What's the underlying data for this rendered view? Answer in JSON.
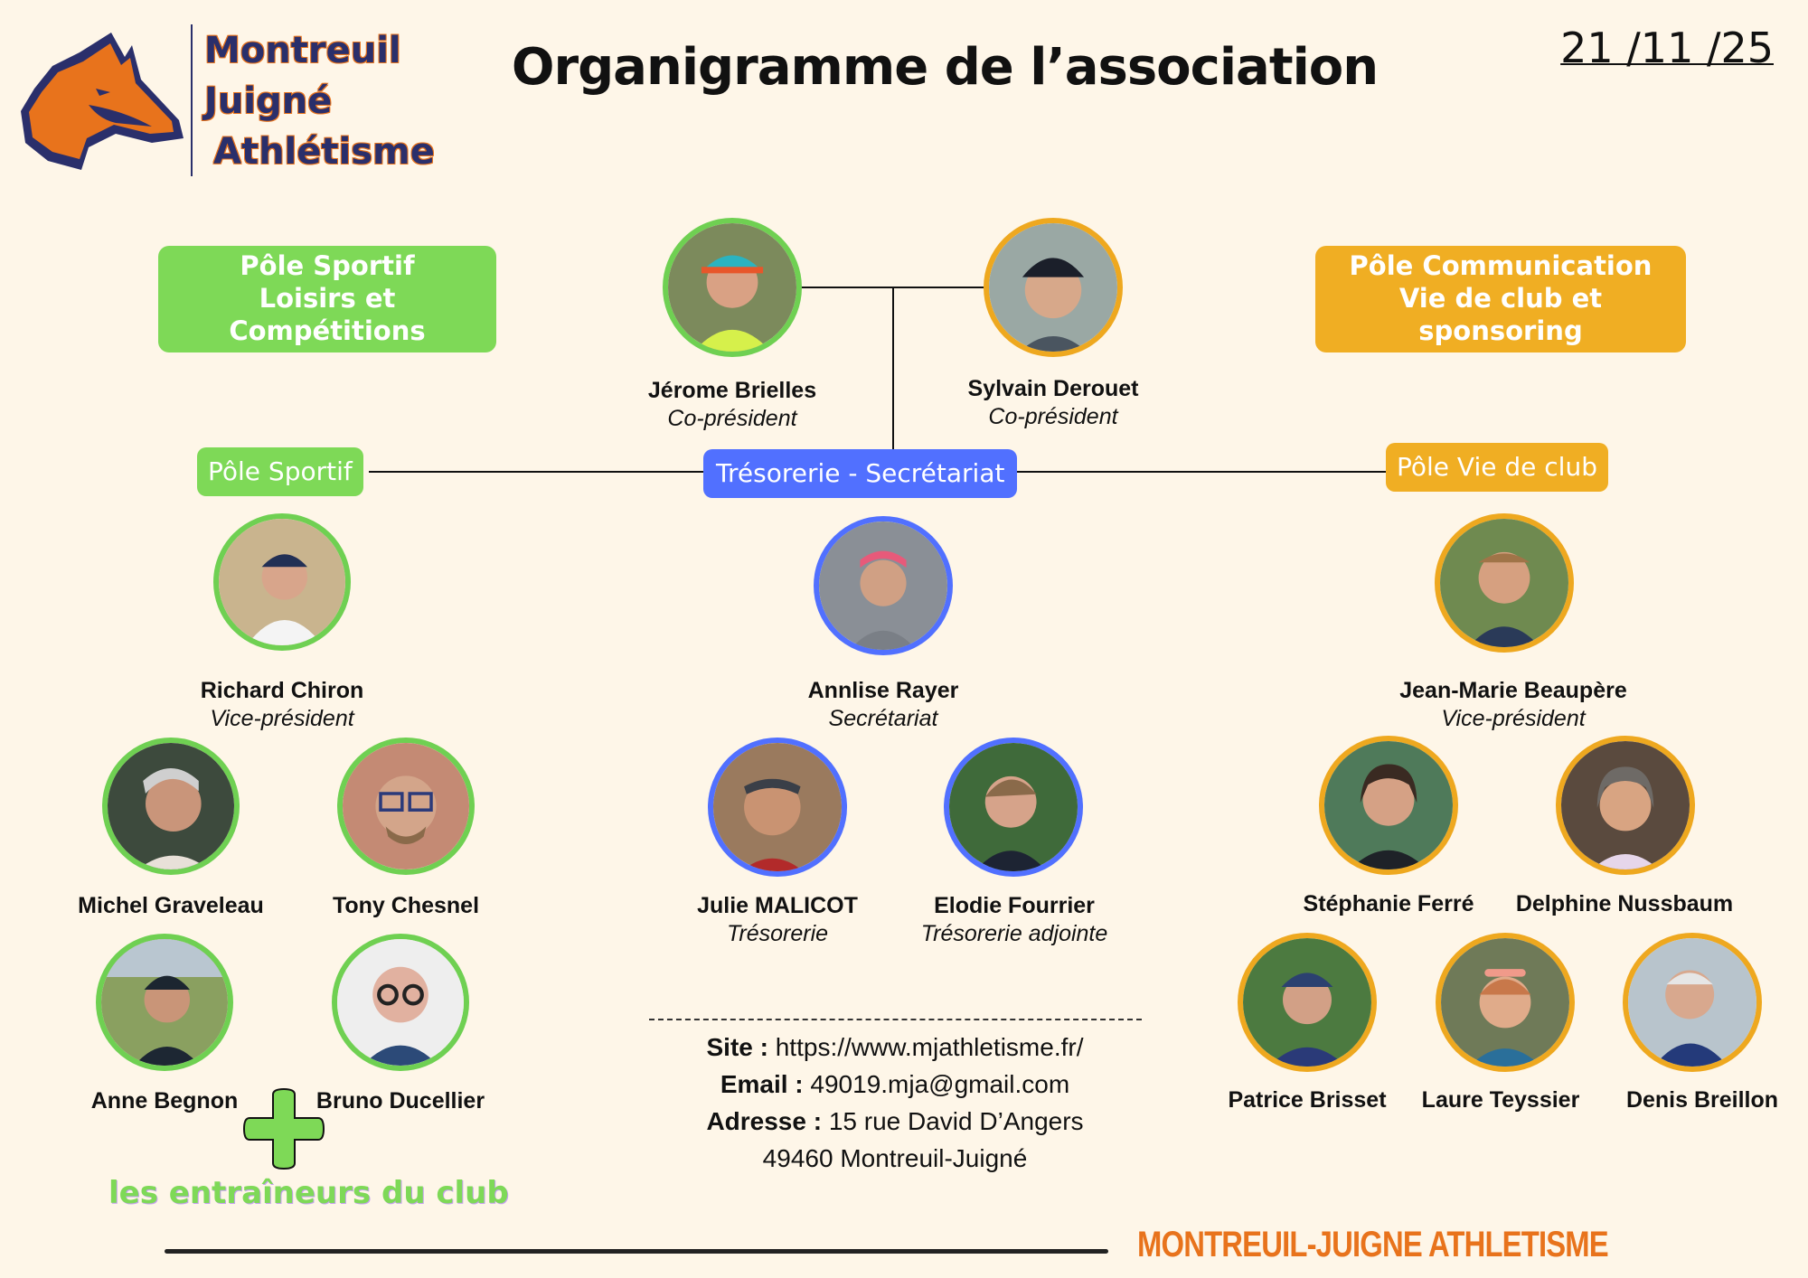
{
  "header": {
    "logo_lines": [
      "Montreuil",
      "Juigné",
      "Athlétisme"
    ],
    "title": "Organigramme de l’association",
    "date": "21 /11 /25"
  },
  "colors": {
    "background": "#fef6e8",
    "sport_green": "#7ed957",
    "communication_orange": "#f0ae23",
    "treasury_blue": "#5170ff",
    "brand_orange": "#e8731c",
    "brand_navy": "#2a2f6b"
  },
  "poles": {
    "sport_header": [
      "Pôle Sportif",
      "Loisirs et Compétitions"
    ],
    "communication_header": [
      "Pôle Communication",
      "Vie de club et sponsoring"
    ],
    "sport": "Pôle Sportif",
    "treasury": "Trésorerie - Secrétariat",
    "club_life": "Pôle Vie de club"
  },
  "presidents": [
    {
      "name": "Jérome Brielles",
      "role": "Co-président"
    },
    {
      "name": "Sylvain Derouet",
      "role": "Co-président"
    }
  ],
  "sport_team": {
    "lead": {
      "name": "Richard Chiron",
      "role": "Vice-président"
    },
    "members": [
      "Michel Graveleau",
      "Tony Chesnel",
      "Anne Begnon",
      "Bruno Ducellier"
    ],
    "plus_icon": "plus-icon",
    "coaches_note": "les entraîneurs du club"
  },
  "treasury_team": {
    "lead": {
      "name": "Annlise Rayer",
      "role": "Secrétariat"
    },
    "members": [
      {
        "name": "Julie MALICOT",
        "role": "Trésorerie"
      },
      {
        "name": "Elodie Fourrier",
        "role": "Trésorerie adjointe"
      }
    ]
  },
  "club_team": {
    "lead": {
      "name": "Jean-Marie Beaupère",
      "role": "Vice-président"
    },
    "members": [
      "Stéphanie Ferré",
      "Delphine Nussbaum",
      "Patrice Brisset",
      "Laure Teyssier",
      "Denis Breillon"
    ]
  },
  "contact": {
    "site_label": "Site :",
    "site": "https://www.mjathletisme.fr/",
    "email_label": "Email :",
    "email": "49019.mja@gmail.com",
    "address_label": "Adresse :",
    "address_line1": "15 rue David D’Angers",
    "address_line2": "49460 Montreuil-Juigné"
  },
  "footer": {
    "brand": "MONTREUIL-JUIGNE ATHLETISME"
  }
}
